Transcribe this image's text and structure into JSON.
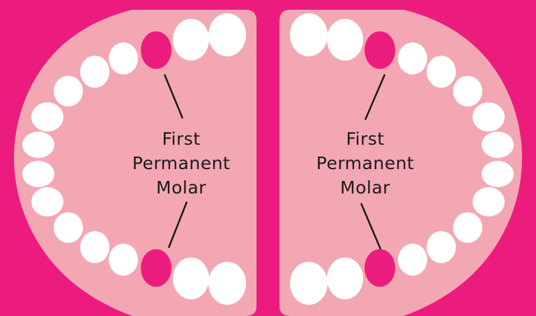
{
  "colors": {
    "background": "#ec1c7f",
    "gum": "#f3a7b2",
    "tooth": "#ffffff",
    "highlight_tooth": "#ec1c7f",
    "line": "#1a1a1a"
  },
  "labels": {
    "left": {
      "line1": "First",
      "line2": "Permanent",
      "line3": "Molar"
    },
    "right": {
      "line1": "First",
      "line2": "Permanent",
      "line3": "Molar"
    }
  },
  "highlighted_tooth_name": "first-permanent-molar"
}
